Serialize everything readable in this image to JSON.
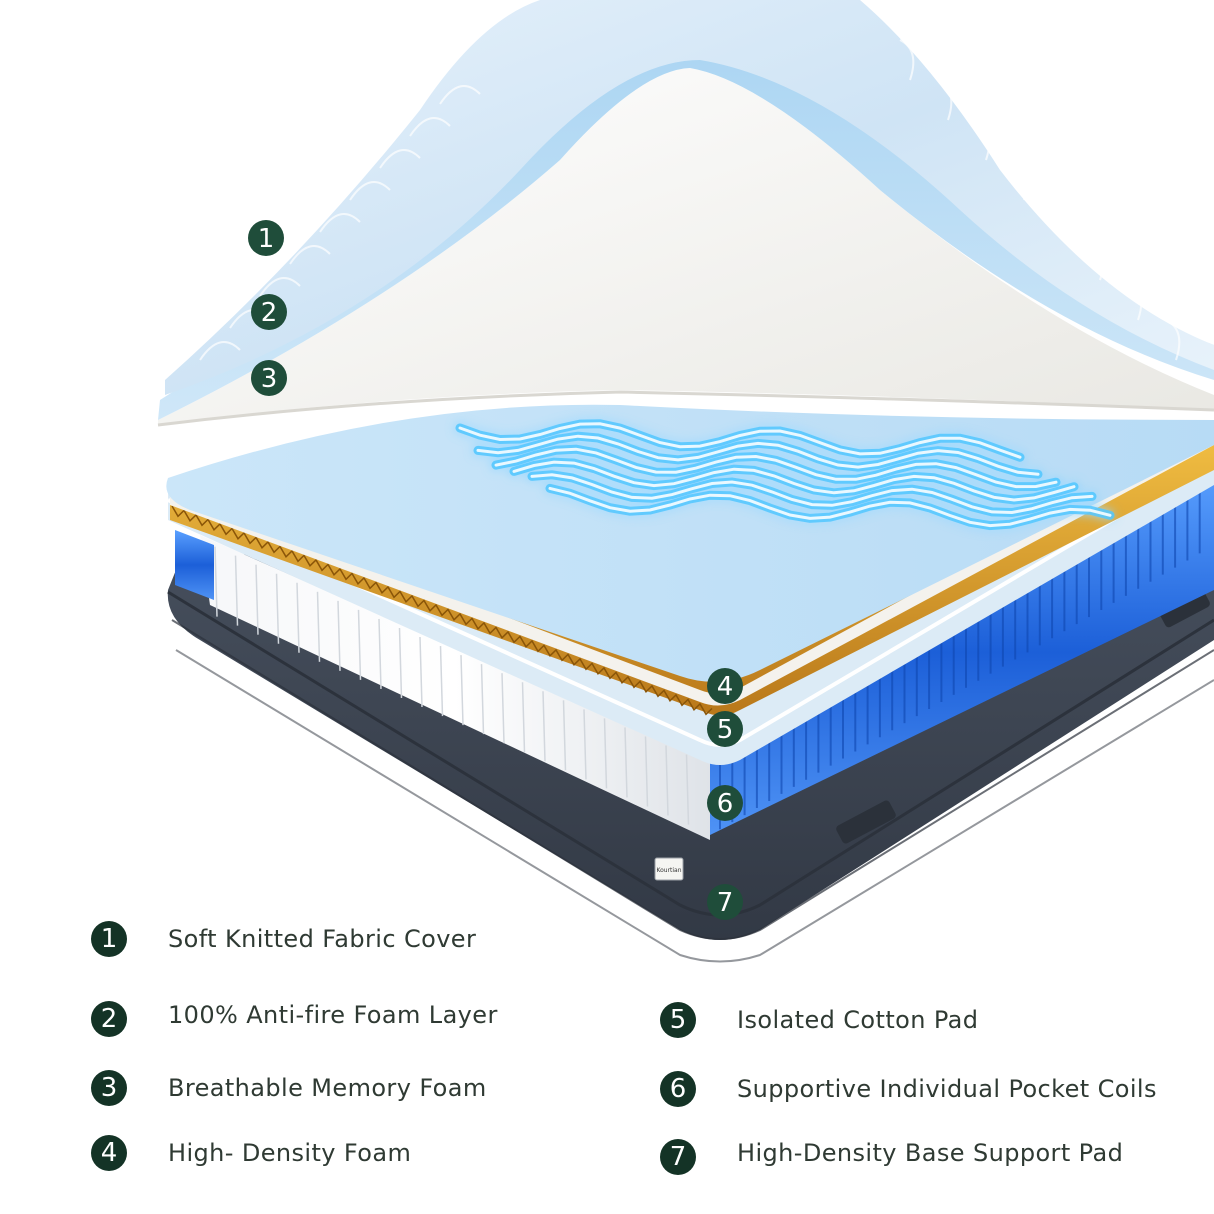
{
  "colors": {
    "badge": "#1f4d3a",
    "badge_dark": "#143326",
    "text": "#2f3a33",
    "cover_blue": "#cfe6f6",
    "foam_white": "#f1efea",
    "gel_blue": "#bfe0f7",
    "wave": "#4fc7ff",
    "gold_foam": "#d99a24",
    "coil_blue": "#1e63d6",
    "base": "#394250"
  },
  "brand_tag": "Kourtian",
  "markers": [
    "1",
    "2",
    "3",
    "4",
    "5",
    "6",
    "7"
  ],
  "legend": [
    {
      "num": "1",
      "label": "Soft Knitted Fabric Cover"
    },
    {
      "num": "2",
      "label": "100% Anti-fire Foam Layer"
    },
    {
      "num": "3",
      "label": "Breathable Memory Foam"
    },
    {
      "num": "4",
      "label": "High- Density Foam"
    },
    {
      "num": "5",
      "label": "Isolated Cotton Pad"
    },
    {
      "num": "6",
      "label": "Supportive Individual Pocket Coils"
    },
    {
      "num": "7",
      "label": "High-Density Base Support Pad"
    }
  ]
}
